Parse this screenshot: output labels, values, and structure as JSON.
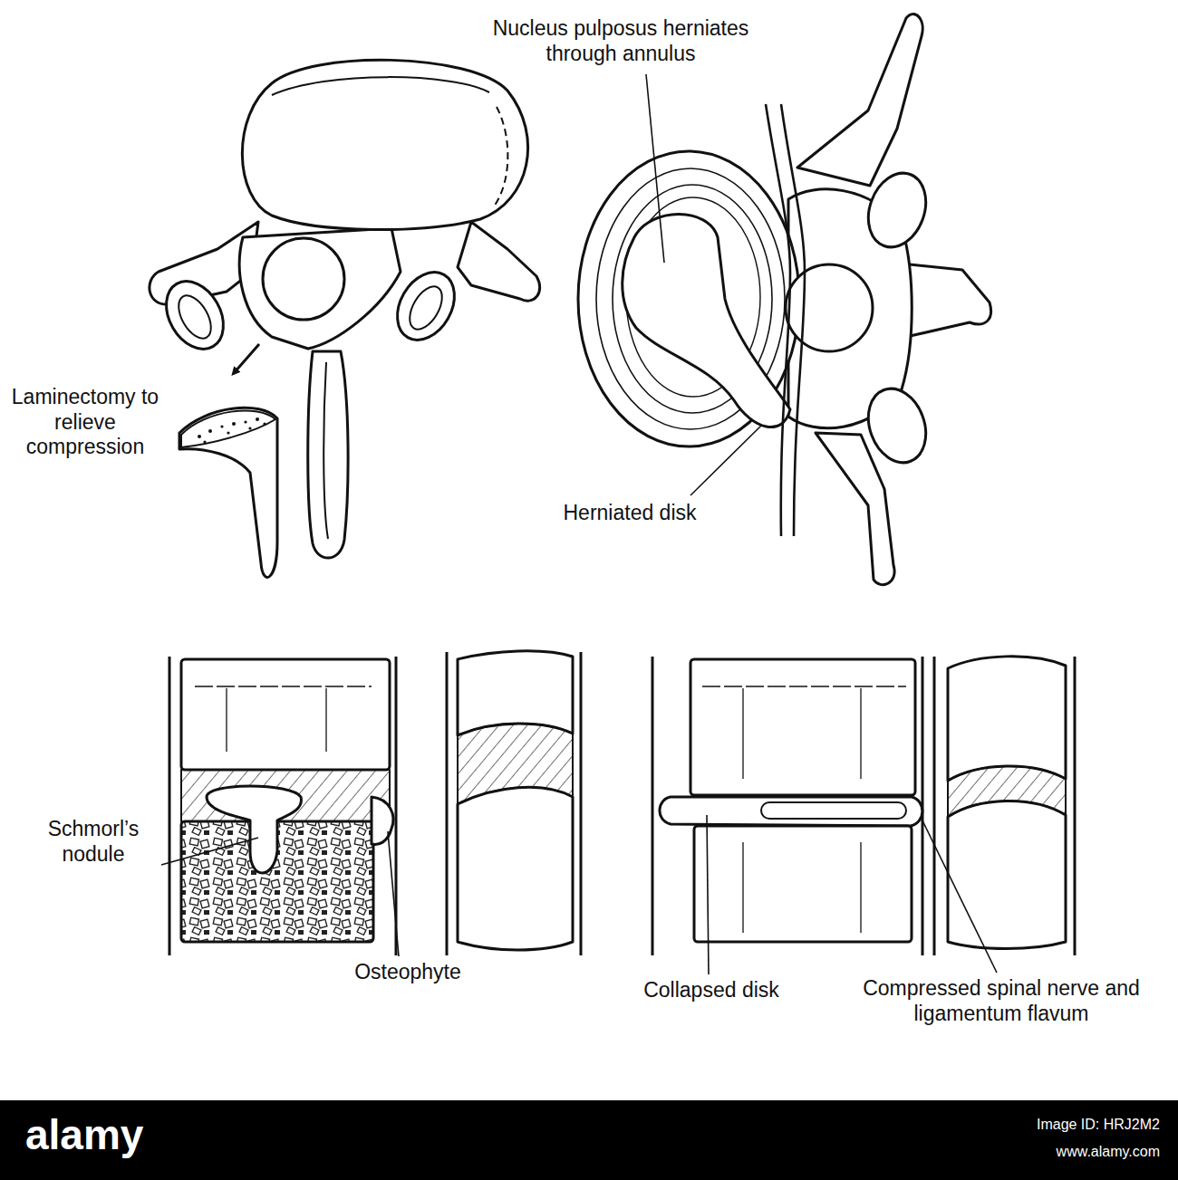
{
  "diagram": {
    "labels": [
      "Nucleus pulposus herniates through annulus",
      "Laminectomy to relieve compression",
      "Herniated disk",
      "Schmorl’s nodule",
      "Osteophyte",
      "Collapsed disk",
      "Compressed spinal nerve and ligamentum flavum",
      "alamy",
      "Image ID: HRJ2M2",
      "www.alamy.com"
    ]
  }
}
